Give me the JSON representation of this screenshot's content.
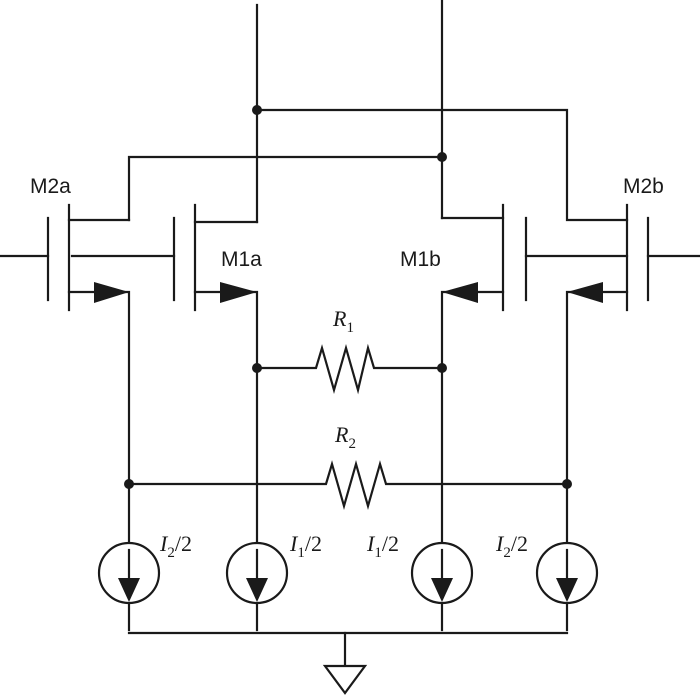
{
  "labels": {
    "m2a": "M2a",
    "m1a": "M1a",
    "m1b": "M1b",
    "m2b": "M2b"
  },
  "resistors": {
    "r1": {
      "sym": "R",
      "sub": "1"
    },
    "r2": {
      "sym": "R",
      "sub": "2"
    }
  },
  "sources": [
    {
      "sym": "I",
      "sub": "2",
      "rest": "/2"
    },
    {
      "sym": "I",
      "sub": "1",
      "rest": "/2"
    },
    {
      "sym": "I",
      "sub": "1",
      "rest": "/2"
    },
    {
      "sym": "I",
      "sub": "2",
      "rest": "/2"
    }
  ]
}
